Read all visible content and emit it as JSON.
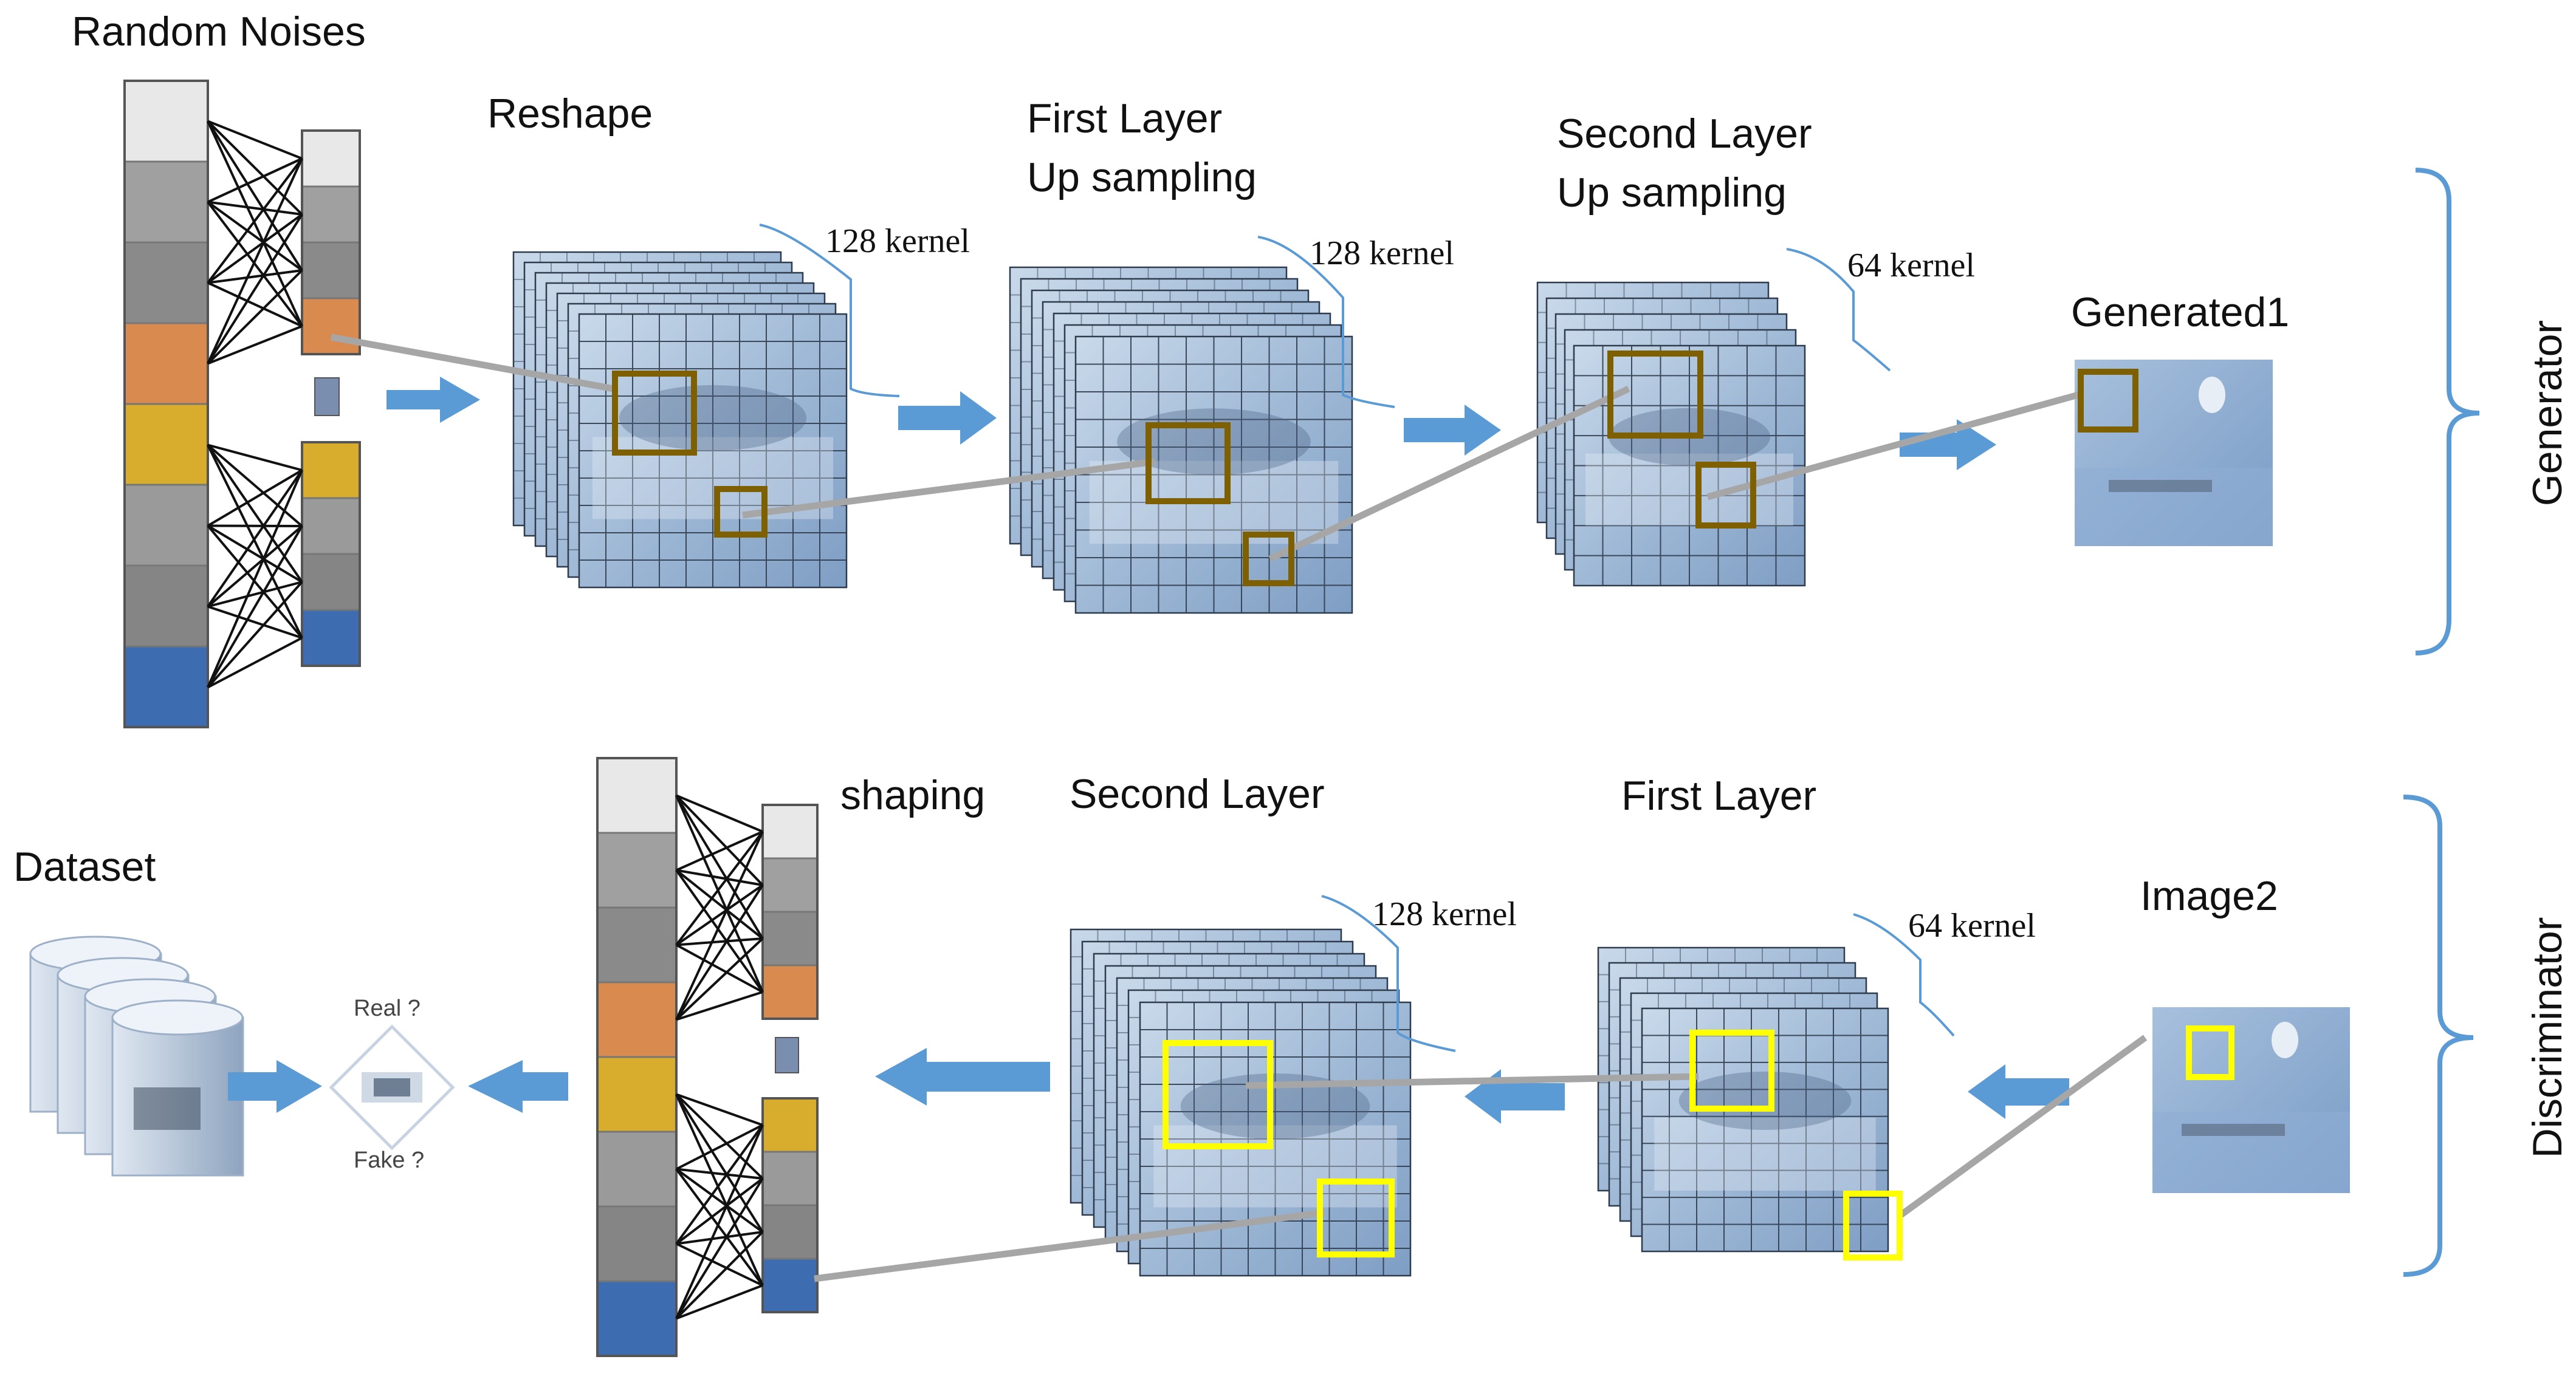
{
  "generator": {
    "random_noises_label": "Random Noises",
    "reshape_label": "Reshape",
    "reshape_kernel": "128 kernel",
    "first_layer_label_line1": "First Layer",
    "first_layer_label_line2": "Up sampling",
    "first_layer_kernel": "128 kernel",
    "second_layer_label_line1": "Second Layer",
    "second_layer_label_line2": "Up sampling",
    "second_layer_kernel": "64 kernel",
    "output_label": "Generated1",
    "bracket_label": "Generator"
  },
  "discriminator": {
    "dataset_label": "Dataset",
    "real_label": "Real ?",
    "fake_label": "Fake ?",
    "shaping_label": "shaping",
    "second_layer_label": "Second Layer",
    "second_layer_kernel": "128 kernel",
    "first_layer_label": "First Layer",
    "first_layer_kernel": "64 kernel",
    "input_label": "Image2",
    "bracket_label": "Discriminator"
  },
  "colors": {
    "arrow_blue": "#5b9bd5",
    "bracket_blue": "#5b9bd5",
    "connector_gray": "#a6a6a6",
    "generator_box": "#7f6000",
    "discriminator_box": "#ffff00",
    "feature_map_fill": "#a9c2dc",
    "noise_strip_colors": [
      "#e8e8e8",
      "#a0a0a0",
      "#8a8a8a",
      "#d98a4e",
      "#d8ad2e",
      "#9a9a9a",
      "#858585",
      "#3e6cb0"
    ]
  }
}
